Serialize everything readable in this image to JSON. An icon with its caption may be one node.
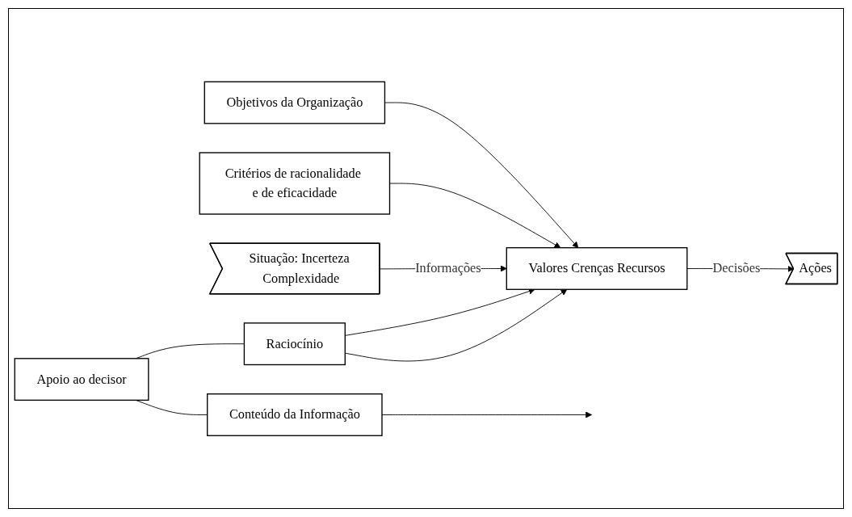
{
  "diagram": {
    "nodes": [
      {
        "text": [
          "Objetivos da Organização"
        ]
      },
      {
        "text": [
          "Critérios de racionalidade e de eficacidade"
        ]
      },
      {
        "text": [
          "Situação: Incerteza Complexidade"
        ]
      },
      {
        "text": [
          "Valores Crenças Recursos"
        ]
      },
      {
        "text": [
          "Ações"
        ]
      },
      {
        "text": [
          "Conteúdo da Informação"
        ]
      },
      {
        "text": [
          "Raciocínio"
        ]
      },
      {
        "text": [
          "Apoio ao decisor"
        ]
      }
    ],
    "edges": [
      {
        "from": 0,
        "to": 3,
        "arrow": "to"
      },
      {
        "from": 1,
        "to": 3,
        "arrow": "to"
      },
      {
        "from": 2,
        "to": 3,
        "label": "Informações",
        "arrow": "to"
      },
      {
        "from": 3,
        "to": 4,
        "label": "Decisões",
        "arrow": "to"
      },
      {
        "from": 5,
        "to": null,
        "arrow": "to"
      },
      {
        "from": 6,
        "to": 3,
        "arrow": "to"
      },
      {
        "from": 6,
        "to": 3,
        "arrow": "to"
      },
      {
        "from": 7,
        "to": 5,
        "arrow": "none"
      },
      {
        "from": 7,
        "to": 6,
        "arrow": "none"
      }
    ]
  }
}
